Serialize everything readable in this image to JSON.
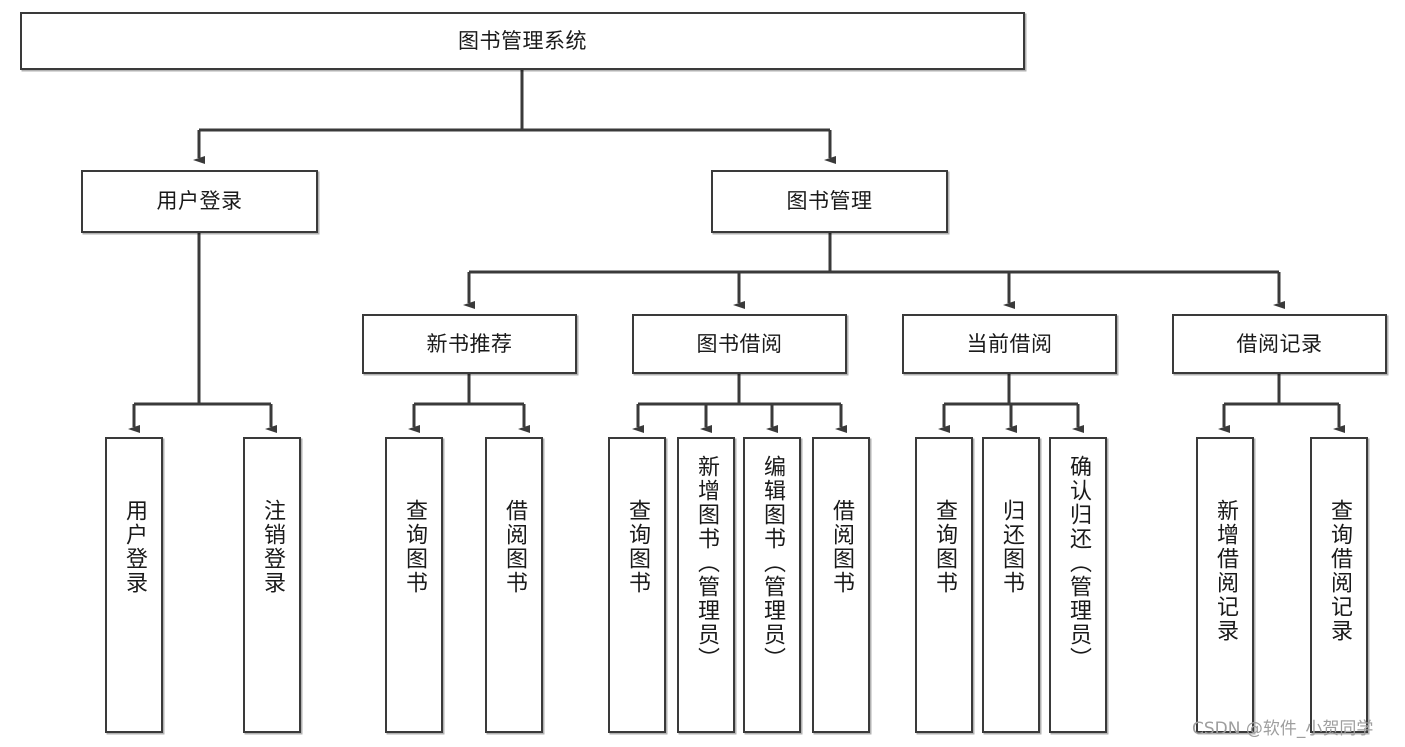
{
  "diagram": {
    "title": "图书管理系统",
    "watermark": "CSDN @软件_小贺同学",
    "colors": {
      "background": "#ffffff",
      "box_border": "#3a3a3a",
      "box_fill": "#ffffff",
      "connector": "#3a3a3a",
      "text": "#1a1a1a",
      "watermark": "#9e9e9e"
    },
    "root": {
      "label": "图书管理系统"
    },
    "level2": [
      {
        "label": "用户登录"
      },
      {
        "label": "图书管理"
      }
    ],
    "level3": [
      {
        "label": "新书推荐"
      },
      {
        "label": "图书借阅"
      },
      {
        "label": "当前借阅"
      },
      {
        "label": "借阅记录"
      }
    ],
    "leaves": {
      "user_login": [
        {
          "label": "用户登录"
        },
        {
          "label": "注销登录"
        }
      ],
      "new_book_recommend": [
        {
          "label": "查询图书"
        },
        {
          "label": "借阅图书"
        }
      ],
      "book_borrow": [
        {
          "label": "查询图书"
        },
        {
          "label": "新增图书（管理员）"
        },
        {
          "label": "编辑图书（管理员）"
        },
        {
          "label": "借阅图书"
        }
      ],
      "current_borrow": [
        {
          "label": "查询图书"
        },
        {
          "label": "归还图书"
        },
        {
          "label": "确认归还（管理员）"
        }
      ],
      "borrow_record": [
        {
          "label": "新增借阅记录"
        },
        {
          "label": "查询借阅记录"
        }
      ]
    }
  }
}
